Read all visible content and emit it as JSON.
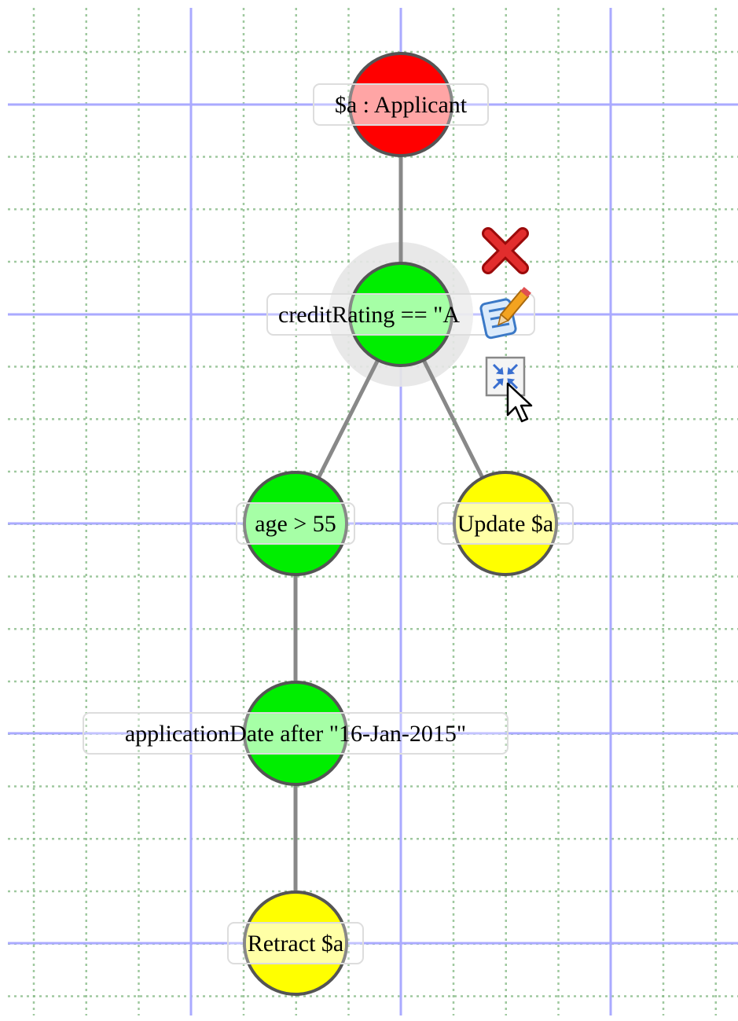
{
  "diagram": {
    "nodes": [
      {
        "id": "pattern-applicant",
        "label": "$a : Applicant",
        "color": "#ff0000",
        "highlight": "#ff7f7f"
      },
      {
        "id": "constraint-credit-rating",
        "label": "creditRating == \"A",
        "color": "#00ee00",
        "highlight": "#80ff80",
        "selected": true
      },
      {
        "id": "constraint-age",
        "label": "age > 55",
        "color": "#00ee00",
        "highlight": "#80ff80"
      },
      {
        "id": "action-update",
        "label": "Update $a",
        "color": "#ffff00",
        "highlight": "#ffff80"
      },
      {
        "id": "constraint-application-date",
        "label": "applicationDate after \"16-Jan-2015\"",
        "color": "#00ee00",
        "highlight": "#80ff80"
      },
      {
        "id": "action-retract",
        "label": "Retract $a",
        "color": "#ffff00",
        "highlight": "#ffff80"
      }
    ],
    "edges": [
      {
        "from": "pattern-applicant",
        "to": "constraint-credit-rating"
      },
      {
        "from": "constraint-credit-rating",
        "to": "constraint-age"
      },
      {
        "from": "constraint-credit-rating",
        "to": "action-update"
      },
      {
        "from": "constraint-age",
        "to": "constraint-application-date"
      },
      {
        "from": "constraint-application-date",
        "to": "action-retract"
      }
    ],
    "toolbar": {
      "delete_icon": "delete-x-icon",
      "edit_icon": "edit-pencil-icon",
      "collapse_icon": "collapse-icon"
    },
    "colors": {
      "grid_major": "#aaaaff",
      "grid_minor": "#88bb88",
      "edge": "#888888",
      "node_stroke": "#555555",
      "selection_halo": "#e6e6e6"
    }
  }
}
